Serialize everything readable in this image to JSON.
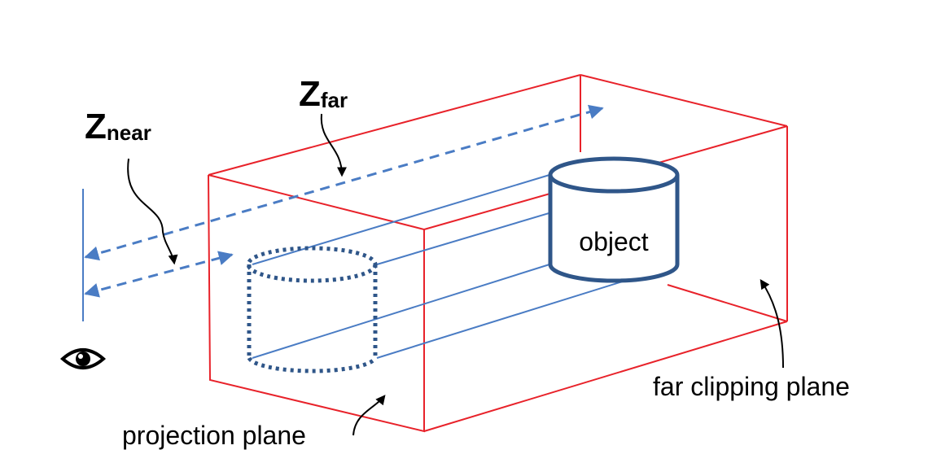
{
  "labels": {
    "z_far_main": "Z",
    "z_far_sub": "far",
    "z_near_main": "Z",
    "z_near_sub": "near",
    "object": "object",
    "projection_plane": "projection plane",
    "far_clipping_plane": "far clipping plane"
  },
  "colors": {
    "frustum_edge": "#e8222a",
    "projection_line": "#4a7cc4",
    "dashed_arrow": "#4a7cc4",
    "cylinder": "#2f5689",
    "pointer_arrow": "#000000"
  },
  "icons": {
    "viewer": "eye-icon"
  }
}
